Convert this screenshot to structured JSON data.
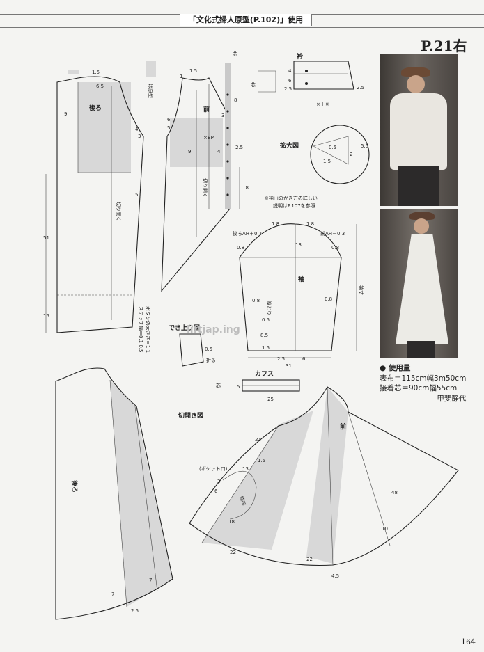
{
  "header": {
    "title": "「文化式婦人原型(P.102)」使用"
  },
  "page_ref": "P.21右",
  "folio": "164",
  "materials": {
    "title": "● 使用量",
    "fabric": "表布＝115cm幅3m50cm",
    "interfacing": "接着芯＝90cm幅55cm",
    "designer": "甲斐静代"
  },
  "labels": {
    "back": "後ろ",
    "front": "前",
    "collar": "衿",
    "enlarged": "拡大図",
    "sleeve": "袖",
    "cuff": "カフス",
    "finished": "でき上り図",
    "slash_diagram": "切開き図",
    "pocket_bag": "袋布",
    "pocket_opening": "(ポケット口)",
    "sleeve_note_1": "※袖山のかき方の詳しい",
    "sleeve_note_2": "説明はP.107を参照",
    "back_ah": "後ろAH＋0.7",
    "front_ah": "前AH－0.3",
    "sleeve_length": "袖丈",
    "grain": "縦とり",
    "kiri_hiraku": "切り開く",
    "genkei": "は原型",
    "shin": "芯",
    "bp": "×BP",
    "fold": "折る",
    "button_note_1": "ボタンの大きさ＝1.1",
    "button_note_2": "ステッチ幅＝0.1 0.5",
    "collar_formula": "×＋※"
  },
  "dims": {
    "d1_5": "1.5",
    "d6_5": "6.5",
    "d9": "9",
    "d4": "4",
    "d3": "3",
    "d5": "5",
    "d51": "51",
    "d15": "15",
    "d1": "1",
    "d6": "6",
    "d8": "8",
    "d2_5": "2.5",
    "d18": "18",
    "d1_8": "1.8",
    "d0_8": "0.8",
    "d13": "13",
    "d31": "31",
    "d0_5": "0.5",
    "d8_5": "8.5",
    "d2": "2",
    "d5_5": "5.5",
    "d25": "25",
    "d21": "21",
    "d48": "48",
    "d10": "10",
    "d22": "22",
    "d4_5": "4.5",
    "d7": "7"
  },
  "watermark": "liftjap.ing"
}
